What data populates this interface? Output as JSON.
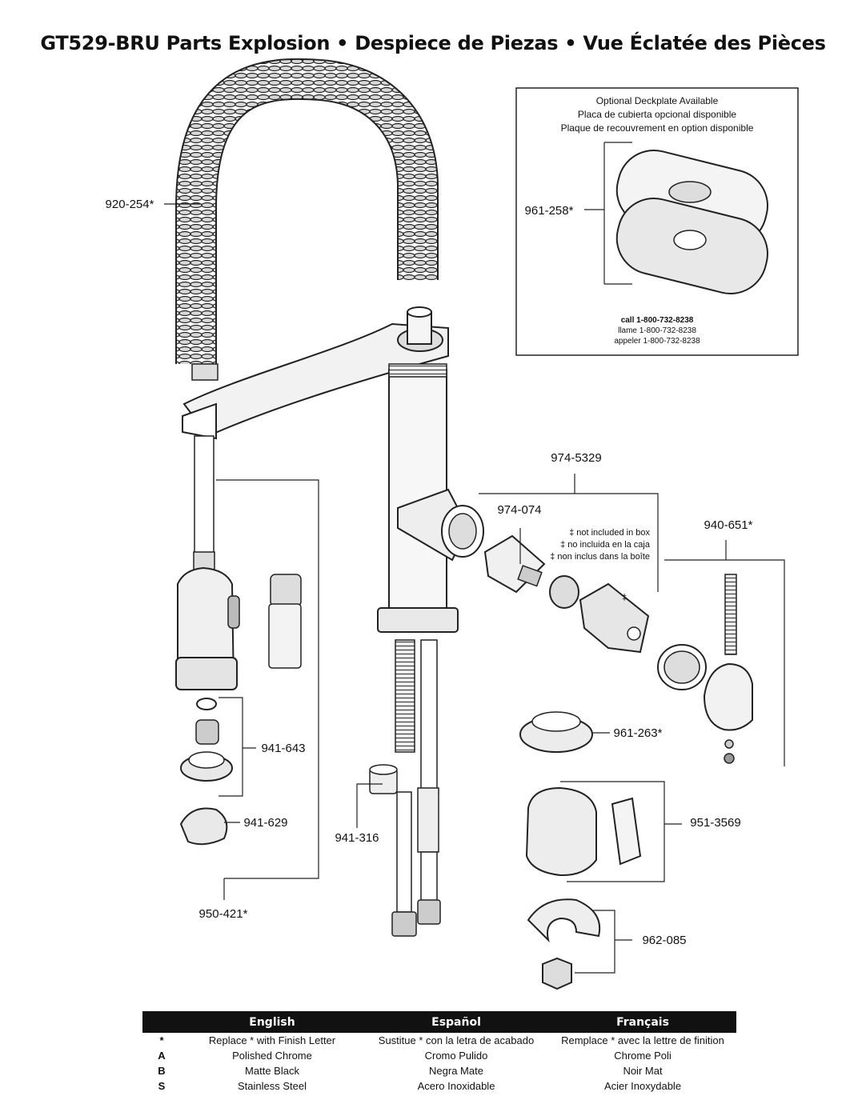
{
  "title": "GT529-BRU Parts Explosion  •  Despiece de Piezas  •  Vue Éclatée des Pièces",
  "inset": {
    "line1": "Optional Deckplate Available",
    "line2": "Placa de cubierta opcional disponible",
    "line3": "Plaque de recouvrement en option disponible",
    "part": "961-258*",
    "call1": "call 1-800-732-8238",
    "call2": "llame 1-800-732-8238",
    "call3": "appeler 1-800-732-8238"
  },
  "note": {
    "line1": "‡ not included in box",
    "line2": "‡ no incluida en la caja",
    "line3": "‡ non inclus dans la boîte",
    "symbol": "‡"
  },
  "parts": {
    "p920": "920-254*",
    "p974a": "974-5329",
    "p974b": "974-074",
    "p940": "940-651*",
    "p941a": "941-643",
    "p941b": "941-629",
    "p941c": "941-316",
    "p961": "961-263*",
    "p951": "951-3569",
    "p950": "950-421*",
    "p962": "962-085"
  },
  "legend": {
    "headers": [
      "English",
      "Español",
      "Français"
    ],
    "rows": [
      {
        "code": "*",
        "en": "Replace * with Finish Letter",
        "es": "Sustitue * con la letra de acabado",
        "fr": "Remplace * avec la lettre de finition"
      },
      {
        "code": "A",
        "en": "Polished Chrome",
        "es": "Cromo Pulido",
        "fr": "Chrome Poli"
      },
      {
        "code": "B",
        "en": "Matte Black",
        "es": "Negra Mate",
        "fr": "Noir Mat"
      },
      {
        "code": "S",
        "en": "Stainless Steel",
        "es": "Acero Inoxidable",
        "fr": "Acier Inoxydable"
      }
    ]
  }
}
